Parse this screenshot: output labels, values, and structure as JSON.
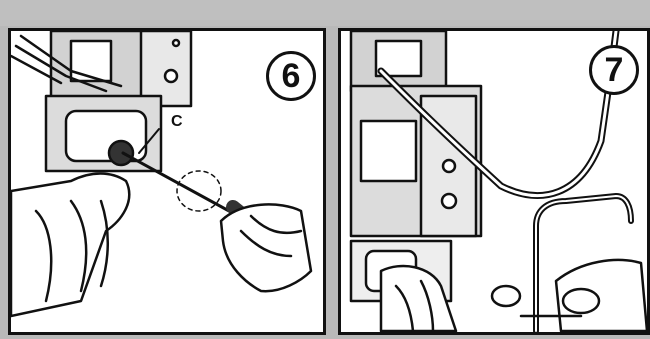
{
  "steps": [
    {
      "number": "6",
      "callout": "C"
    },
    {
      "number": "7"
    }
  ]
}
